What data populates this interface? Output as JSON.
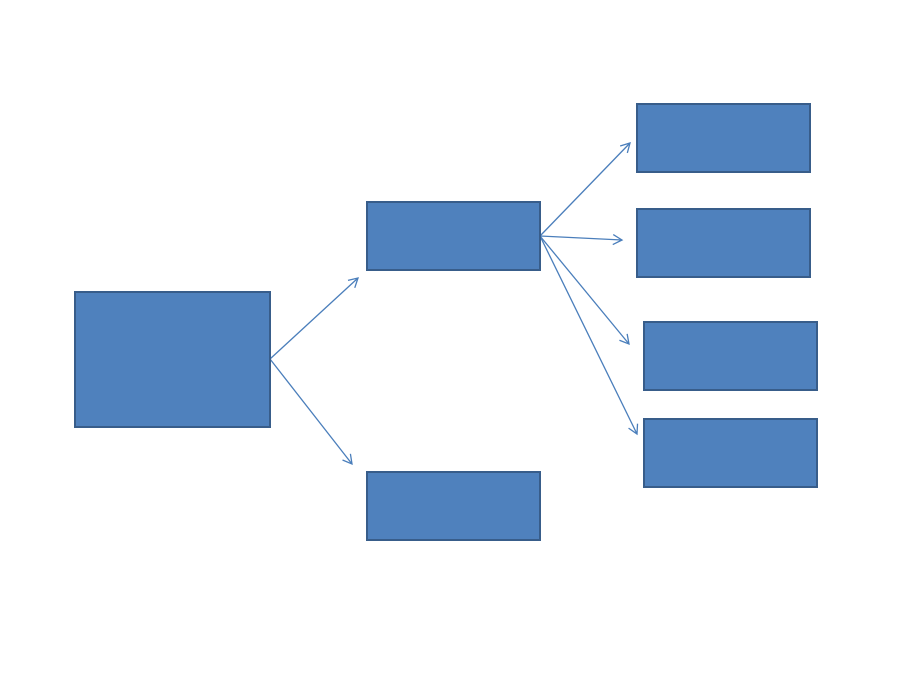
{
  "diagram": {
    "colors": {
      "box_fill": "#4f81bd",
      "box_stroke": "#385d8a",
      "arrow": "#4a7ebb",
      "background": "#ffffff"
    },
    "nodes": [
      {
        "id": "root",
        "label": ""
      },
      {
        "id": "branch-upper",
        "label": ""
      },
      {
        "id": "branch-lower",
        "label": ""
      },
      {
        "id": "leaf-1",
        "label": ""
      },
      {
        "id": "leaf-2",
        "label": ""
      },
      {
        "id": "leaf-3",
        "label": ""
      },
      {
        "id": "leaf-4",
        "label": ""
      }
    ],
    "edges": [
      {
        "from": "root",
        "to": "branch-upper"
      },
      {
        "from": "root",
        "to": "branch-lower"
      },
      {
        "from": "branch-upper",
        "to": "leaf-1"
      },
      {
        "from": "branch-upper",
        "to": "leaf-2"
      },
      {
        "from": "branch-upper",
        "to": "leaf-3"
      },
      {
        "from": "branch-upper",
        "to": "leaf-4"
      }
    ]
  }
}
